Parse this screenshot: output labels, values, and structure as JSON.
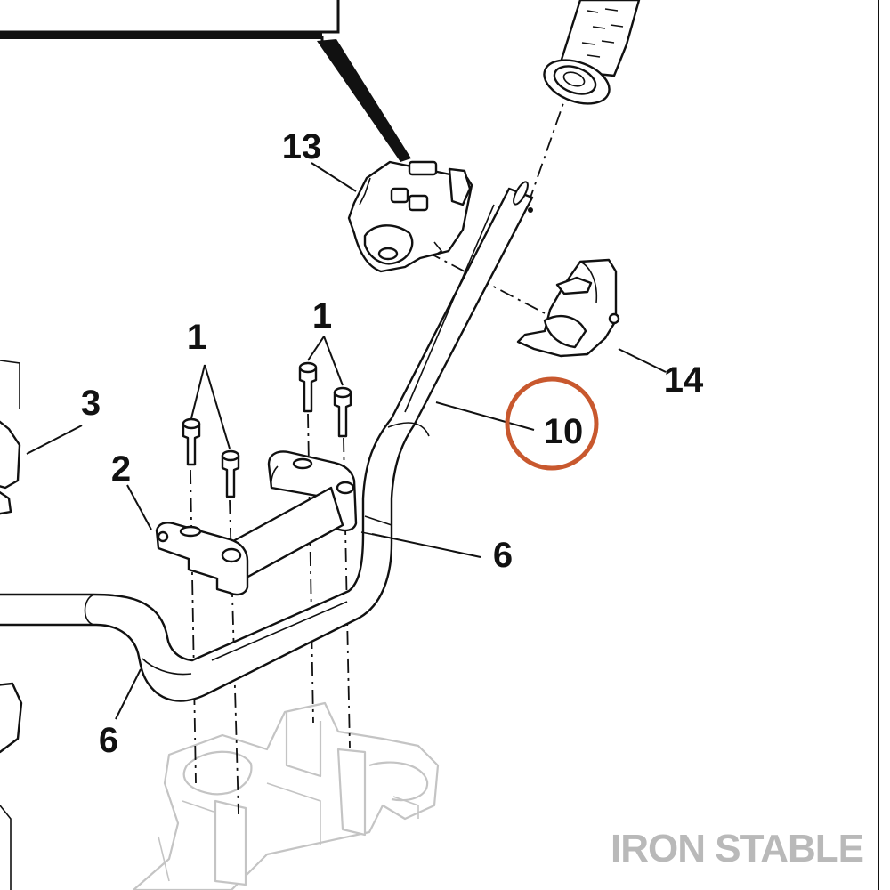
{
  "callouts": {
    "c1a": "1",
    "c1b": "1",
    "c2": "2",
    "c3": "3",
    "c6a": "6",
    "c6b": "6",
    "c10": "10",
    "c13": "13",
    "c14": "14"
  },
  "highlight_color": "#c8582e",
  "watermark": "IRON STABLE"
}
